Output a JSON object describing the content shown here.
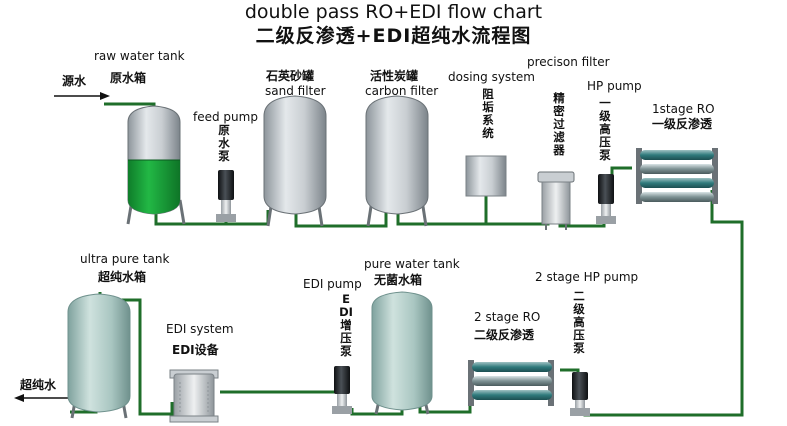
{
  "title_en": "double pass RO+EDI flow chart",
  "title_cn": "二级反渗透+EDI超纯水流程图",
  "source_water": "源水",
  "output": "超纯水",
  "components": {
    "raw_water_tank": {
      "en": "raw water tank",
      "cn": "原水箱"
    },
    "feed_pump": {
      "en": "feed pump",
      "cn": "原水泵"
    },
    "sand_filter": {
      "en": "sand filter",
      "cn": "石英砂罐"
    },
    "carbon_filter": {
      "en": "carbon filter",
      "cn": "活性炭罐"
    },
    "dosing_system": {
      "en": "dosing system",
      "cn": "阻垢系统"
    },
    "precision_filter": {
      "en": "precison filter",
      "cn": "精密过滤器"
    },
    "hp_pump": {
      "en": "HP pump",
      "cn": "一级高压泵"
    },
    "ro_stage1": {
      "en": "1stage RO",
      "cn": "一级反渗透"
    },
    "ro_stage2": {
      "en": "2 stage RO",
      "cn": "二级反渗透"
    },
    "hp_pump_2": {
      "en": "2 stage HP pump",
      "cn": "二级高压泵"
    },
    "pure_water_tank": {
      "en": "pure water tank",
      "cn": "无菌水箱"
    },
    "edi_pump": {
      "en": "EDI pump",
      "cn": "EDI增压泵"
    },
    "edi_system": {
      "en": "EDI system",
      "cn": "EDI设备"
    },
    "ultra_pure_tank": {
      "en": "ultra pure tank",
      "cn": "超纯水箱"
    }
  },
  "colors": {
    "pipe": "#1f6e2a",
    "tank_body": "#c4c9cd",
    "water": "#16a43a",
    "ro_membrane": "#2d6f73",
    "pump_black": "#1c1f22"
  }
}
